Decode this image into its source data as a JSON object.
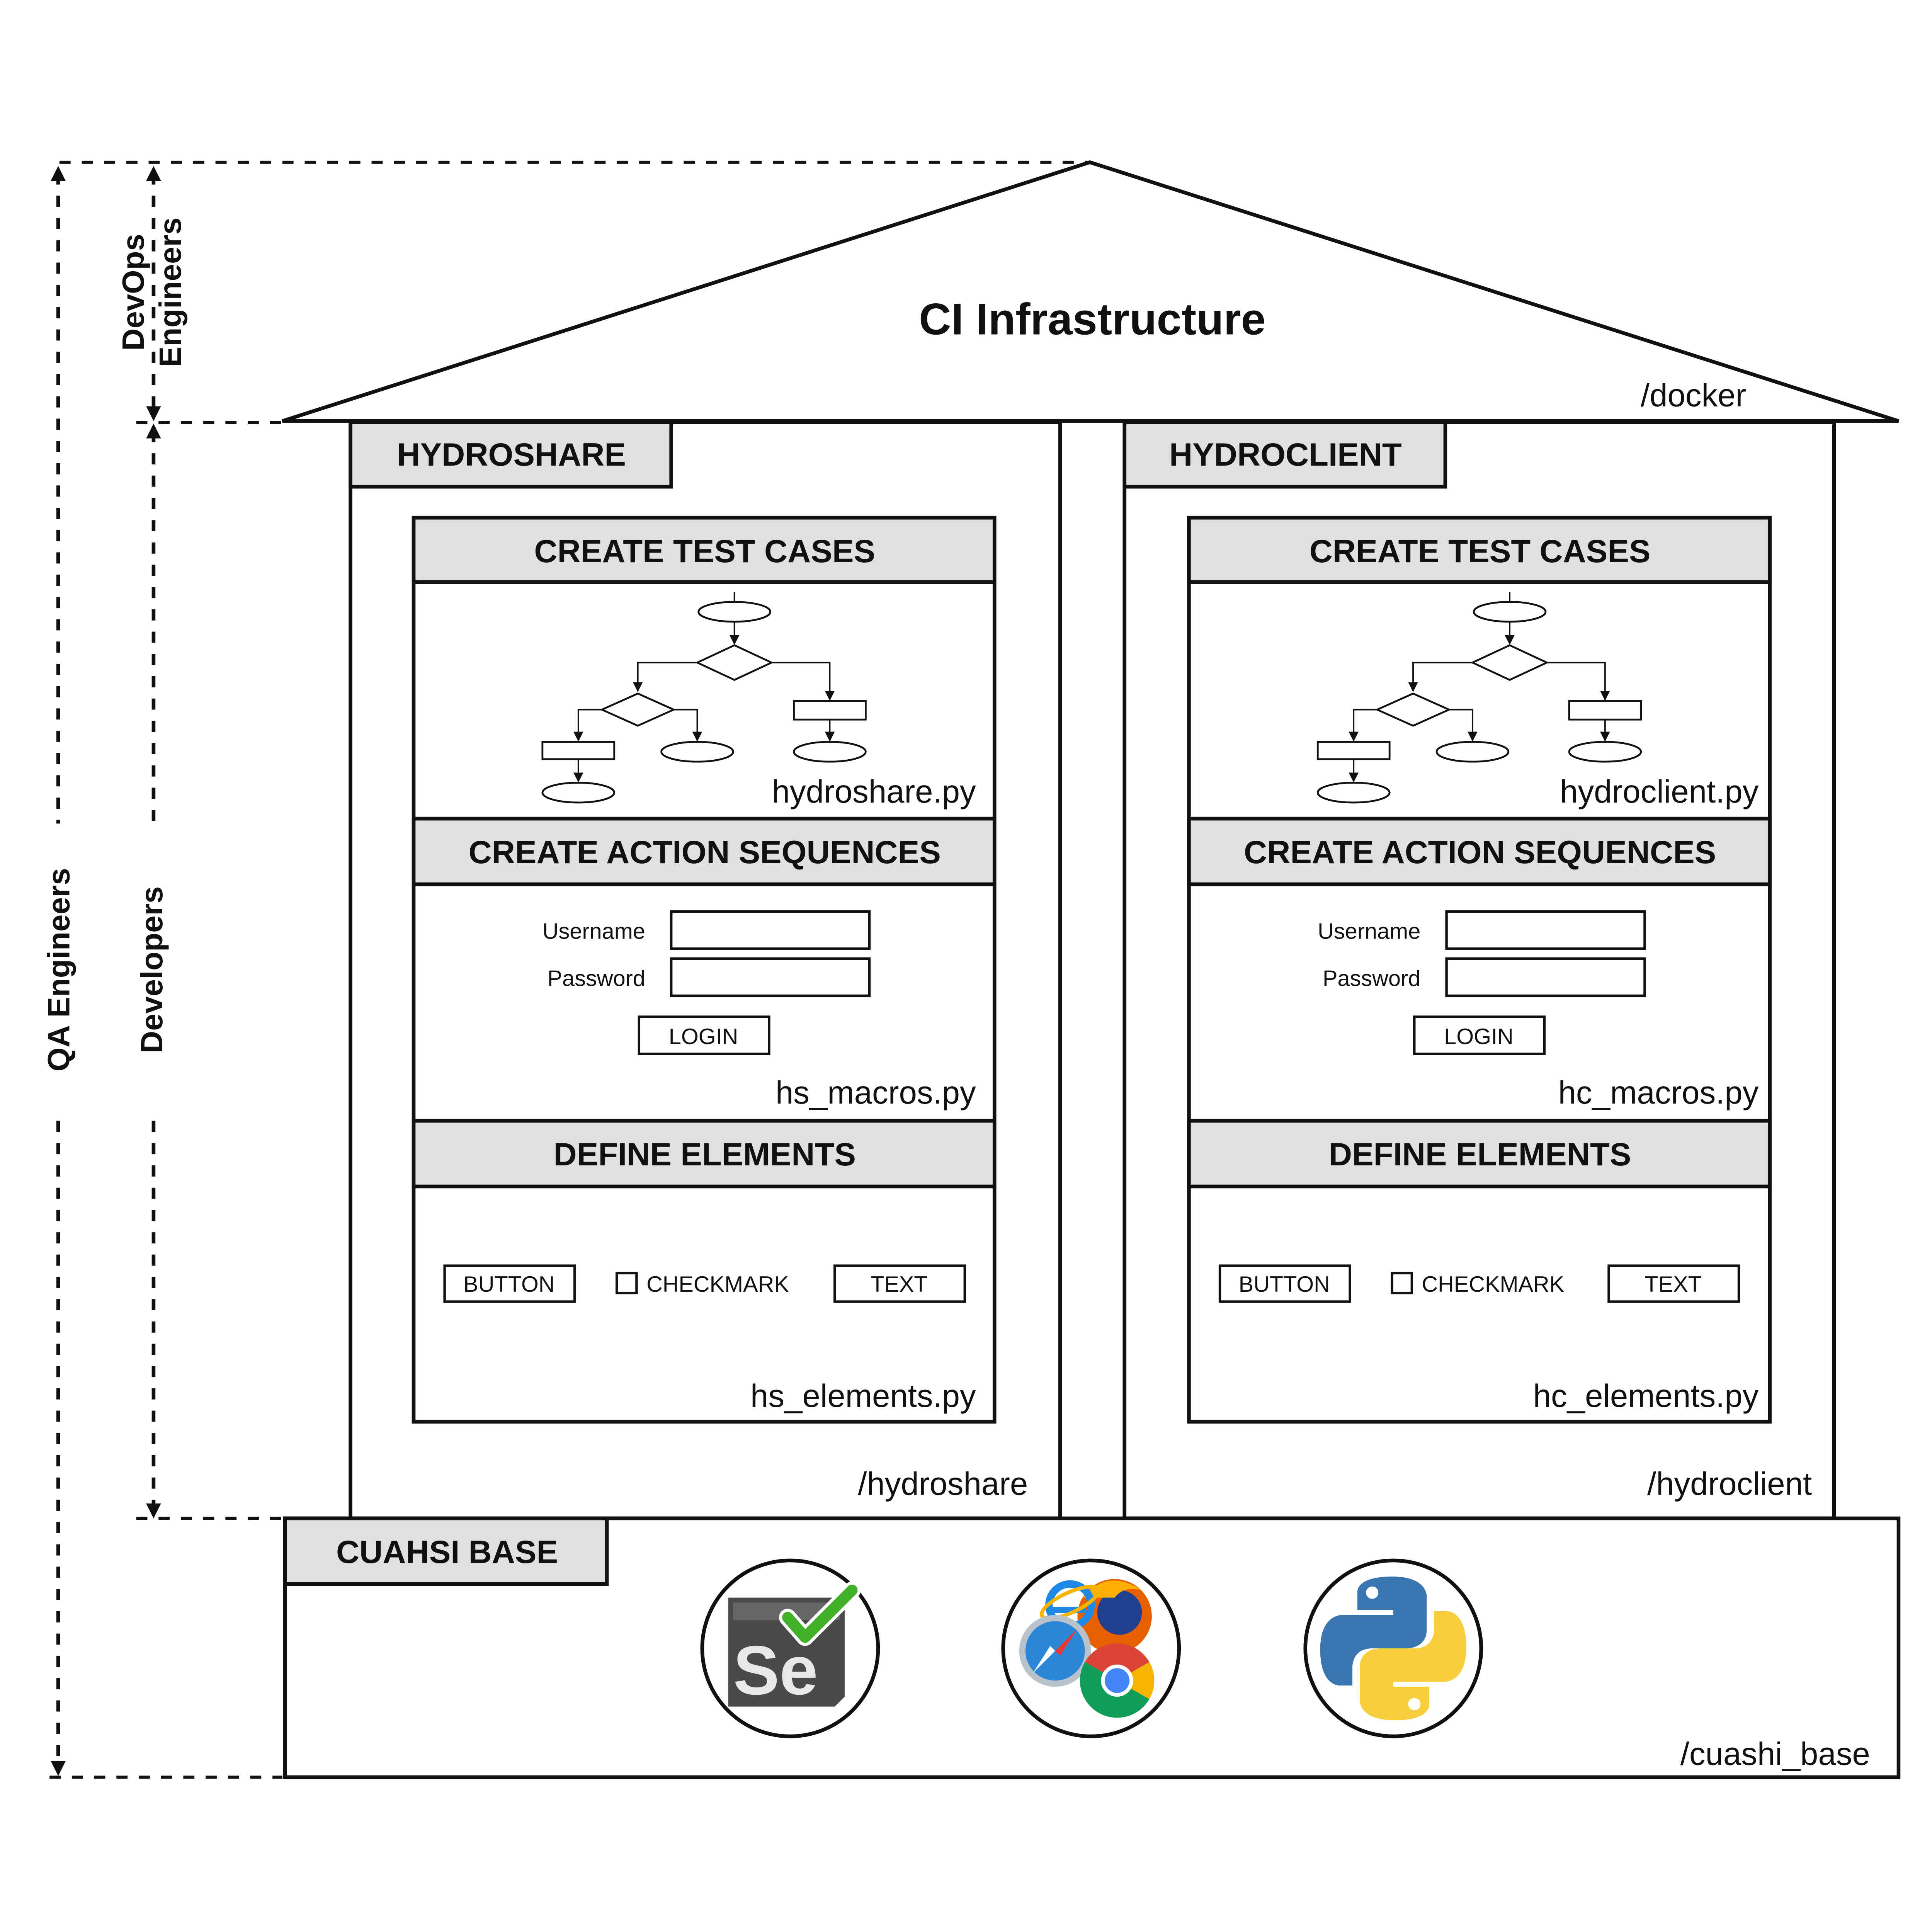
{
  "roof": {
    "title": "CI Infrastructure",
    "path": "/docker"
  },
  "roles": {
    "devops_line1": "DevOps",
    "devops_line2": "Engineers",
    "developers": "Developers",
    "qa": "QA Engineers"
  },
  "modules": [
    {
      "name": "HYDROSHARE",
      "path": "/hydroshare",
      "tests_header": "CREATE TEST CASES",
      "tests_file": "hydroshare.py",
      "actions_header": "CREATE ACTION SEQUENCES",
      "username_label": "Username",
      "password_label": "Password",
      "login_label": "LOGIN",
      "actions_file": "hs_macros.py",
      "elements_header": "DEFINE ELEMENTS",
      "button_label": "BUTTON",
      "checkmark_label": "CHECKMARK",
      "text_label": "TEXT",
      "elements_file": "hs_elements.py"
    },
    {
      "name": "HYDROCLIENT",
      "path": "/hydroclient",
      "tests_header": "CREATE TEST CASES",
      "tests_file": "hydroclient.py",
      "actions_header": "CREATE ACTION SEQUENCES",
      "username_label": "Username",
      "password_label": "Password",
      "login_label": "LOGIN",
      "actions_file": "hc_macros.py",
      "elements_header": "DEFINE ELEMENTS",
      "button_label": "BUTTON",
      "checkmark_label": "CHECKMARK",
      "text_label": "TEXT",
      "elements_file": "hc_elements.py"
    }
  ],
  "base": {
    "name": "CUAHSI BASE",
    "path": "/cuashi_base",
    "logos": [
      "selenium-logo",
      "browsers-logo",
      "python-logo"
    ]
  },
  "colors": {
    "header_fill": "#e0e0e0",
    "stroke": "#111111",
    "selenium_gray": "#5a5a5a",
    "selenium_green": "#43b02a",
    "python_blue": "#3a75b0",
    "python_yellow": "#f7cf3c",
    "chrome_red": "#db4437",
    "chrome_green": "#0f9d58",
    "chrome_yellow": "#f4b400",
    "chrome_blue": "#4285f4",
    "firefox_orange": "#e66000",
    "ie_blue": "#1e88e5",
    "safari_blue": "#2b88d8"
  }
}
